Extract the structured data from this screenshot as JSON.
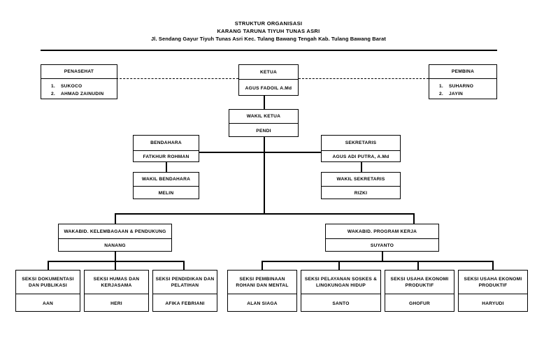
{
  "document": {
    "title_line1": "STRUKTUR ORGANISASI",
    "title_line2": "KARANG TARUNA TIYUH TUNAS ASRI",
    "title_line3": "Jl. Sendang Gayur Tiyuh Tunas Asri Kec. Tulang Bawang Tengah Kab. Tulang Bawang Barat"
  },
  "nodes": {
    "penasehat": {
      "title": "PENASEHAT",
      "members": [
        {
          "num": "1.",
          "name": "SUKOCO"
        },
        {
          "num": "2.",
          "name": "AHMAD ZAINUDIN"
        }
      ]
    },
    "ketua": {
      "title": "KETUA",
      "name": "AGUS FADOIL A.Md"
    },
    "pembina": {
      "title": "PEMBINA",
      "members": [
        {
          "num": "1.",
          "name": "SUHARNO"
        },
        {
          "num": "2.",
          "name": "JAYIN"
        }
      ]
    },
    "wakil_ketua": {
      "title": "WAKIL KETUA",
      "name": "PENDI"
    },
    "bendahara": {
      "title": "BENDAHARA",
      "name": "FATKHUR ROHMAN"
    },
    "wakil_bendahara": {
      "title": "WAKIL BENDAHARA",
      "name": "MELIN"
    },
    "sekretaris": {
      "title": "SEKRETARIS",
      "name": "AGUS ADI PUTRA, A.Md"
    },
    "wakil_sekretaris": {
      "title": "WAKIL SEKRETARIS",
      "name": "RIZKI"
    },
    "wakabid_kelembagaan": {
      "title": "WAKABID. KELEMBAGAAN & PENDUKUNG",
      "name": "NANANG"
    },
    "wakabid_program": {
      "title": "WAKABID. PROGRAM KERJA",
      "name": "SUYANTO"
    },
    "seksi_dokumentasi": {
      "title": "SEKSI DOKUMENTASI DAN PUBLIKASI",
      "name": "AAN"
    },
    "seksi_humas": {
      "title": "SEKSI HUMAS DAN KERJASAMA",
      "name": "HERI"
    },
    "seksi_pendidikan": {
      "title": "SEKSI PENDIDIKAN DAN PELATIHAN",
      "name": "AFIKA FEBRIANI"
    },
    "seksi_pembinaan": {
      "title": "SEKSI PEMBINAAN ROHANI DAN MENTAL",
      "name": "ALAN SIAGA"
    },
    "seksi_pelayanan": {
      "title": "SEKSI PELAYANAN SOSKES & LINGKUNGAN HIDUP",
      "name": "SANTO"
    },
    "seksi_usaha_1": {
      "title": "SEKSI USAHA EKONOMI PRODUKTIF",
      "name": "GHOFUR"
    },
    "seksi_usaha_2": {
      "title": "SEKSI USAHA EKONOMI PRODUKTIF",
      "name": "HARYUDI"
    }
  }
}
